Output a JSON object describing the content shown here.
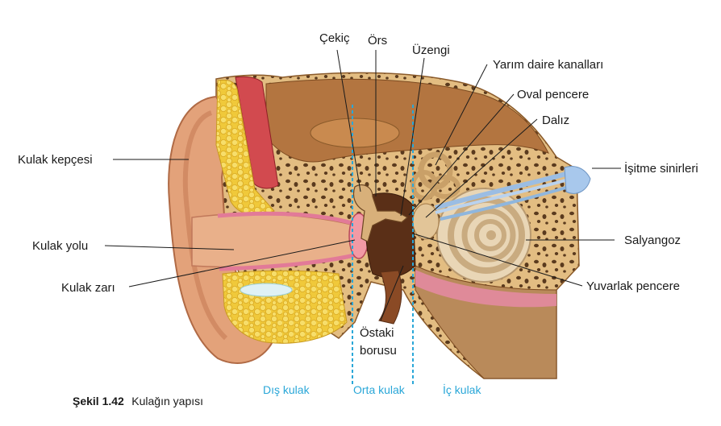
{
  "labels": {
    "cekic": "Çekiç",
    "ors": "Örs",
    "uzengi": "Üzengi",
    "yarim_daire": "Yarım daire kanalları",
    "oval_pencere": "Oval pencere",
    "daliz": "Dalız",
    "isitme_sinirleri": "İşitme sinirleri",
    "salyangoz": "Salyangoz",
    "yuvarlak_pencere": "Yuvarlak pencere",
    "kulak_kepcesi": "Kulak kepçesi",
    "kulak_yolu": "Kulak yolu",
    "kulak_zari": "Kulak zarı",
    "ostaki_1": "Östaki",
    "ostaki_2": "borusu"
  },
  "zones": {
    "dis": "Dış kulak",
    "orta": "Orta kulak",
    "ic": "İç kulak"
  },
  "caption": {
    "number": "Şekil 1.42",
    "text": "Kulağın yapısı"
  },
  "colors": {
    "zone_text": "#2aa7d8",
    "zone_line": "#2aa7d8",
    "bone": "#d9b27a",
    "skin": "#e3a57c",
    "fat": "#f2d14a",
    "muscle": "#c9383f",
    "nerve": "#8fb6dd"
  }
}
